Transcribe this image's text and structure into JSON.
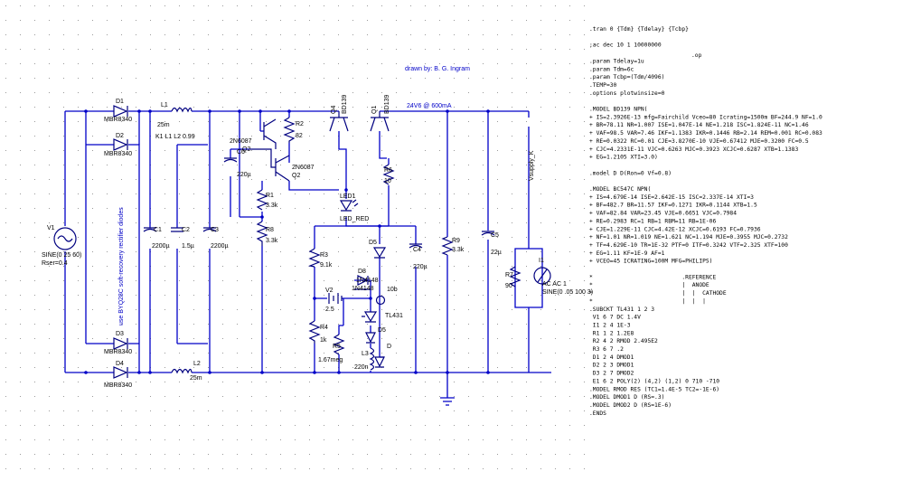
{
  "schematic": {
    "drawn_by": "drawn by:  B. G. Ingram",
    "note_vertical": "use  BYQ28C soft-recovery  rectifier diodes",
    "supply_label": "24V6 @ 600mA",
    "vsupply_label": "Vsupply_K",
    "source": {
      "ref": "V1",
      "value": "SINE(0 25 60)",
      "rser": "Rser=0.4"
    },
    "diodes": [
      {
        "ref": "D1",
        "part": "MBR8340"
      },
      {
        "ref": "D2",
        "part": "MBR8340"
      },
      {
        "ref": "D3",
        "part": "MBR8340"
      },
      {
        "ref": "D4",
        "part": "MBR8340"
      }
    ],
    "inductors": {
      "l1": "L1",
      "l1_value": "25m",
      "coupling": "K1 L1 L2 0.99",
      "l2": "L2",
      "l2_value": "25m"
    },
    "caps": [
      {
        "ref": "C1",
        "value": "2200µ"
      },
      {
        "ref": "C2",
        "value": "1.5µ"
      },
      {
        "ref": "C3",
        "value": "2200µ"
      }
    ],
    "r2": {
      "ref": "R2",
      "value": "82"
    },
    "q2": {
      "ref": "Q2",
      "part": "2N6087"
    },
    "q2b": {
      "ref": "Q2",
      "part": "2N6087"
    },
    "c6": {
      "ref": "C6",
      "value": "220µ"
    },
    "q4": {
      "ref": "Q4",
      "part": "BD139"
    },
    "q1": {
      "ref": "Q1",
      "part": "BD139"
    },
    "r1": {
      "ref": "R1",
      "value": "3.3k"
    },
    "r8": {
      "ref": "R8",
      "value": "3.3k"
    },
    "led": {
      "ref": "LED1",
      "part": "LED_RED"
    },
    "r6": {
      "ref": "R6",
      "value": "10"
    },
    "d5": {
      "ref": "D5"
    },
    "c4": {
      "ref": "C4",
      "value": "220µ"
    },
    "r3": {
      "ref": "R3",
      "value": "9.1k"
    },
    "v2": {
      "ref": "V2",
      "value": "2.5"
    },
    "d8": {
      "ref": "D8",
      "part": "1N4148"
    },
    "d7": {
      "ref": "D7",
      "part": "1N4148"
    },
    "u1": {
      "value": "10b",
      "part": "TL431"
    },
    "r4": {
      "ref": "R4",
      "value": "1k"
    },
    "r5": {
      "ref": "R5",
      "value": "1.67meg"
    },
    "l3": {
      "ref": "L3",
      "value": "220n"
    },
    "d": {
      "ref": "D"
    },
    "r9": {
      "ref": "R9",
      "value": "3.3k"
    },
    "c5": {
      "ref": "C5",
      "value": "22µ"
    },
    "r7": {
      "ref": "R7",
      "value": "90"
    },
    "i1": {
      "ref": "I1",
      "value": "SINE(0 .05 100 3)",
      "ac": "AC AC 1"
    }
  },
  "spice_lines": [
    ".tran 0 {Tdm} {Tdelay} {Tcbp}",
    "",
    ";ac dec 10 1 10000000",
    "",
    ".param Tdelay=1u",
    ".param Tdm=6c",
    ".param Tcbp=(Tdm/4096)",
    ".TEMP=30",
    ".options plotwinsize=0",
    "",
    ".MODEL BD139 NPN(",
    "+ IS=2.3926E-13 mfg=Fairchild Vceo=80 Icrating=1500m BF=244.9 NF=1.0",
    "+ BR=78.11 NR=1.007 ISE=1.047E-14 NE=1.218 ISC=1.824E-11 NC=1.46",
    "+ VAF=98.5 VAR=7.46 IKF=1.1383 IKR=0.1446 RB=2.14 REM=0.001 RC=0.083",
    "+ RE=0.0322 RC=0.01 CJE=3.8270E-10 VJE=0.67412 MJE=0.3200 FC=0.5",
    "+ CJC=4.2331E-11 VJC=0.6263 MJC=0.3923 XCJC=0.6287 XTB=1.1383",
    "+ EG=1.2105 XTI=3.0)",
    "",
    ".model D D(Ron=0 Vf=0.8)",
    "",
    ".MODEL BC547C NPN(",
    "+ IS=4.679E-14 ISE=2.642E-15 ISC=2.337E-14 XTI=3",
    "+ BF=482.7 BR=11.57 IKF=0.1271 IKR=0.1144 XTB=1.5",
    "+ VAF=82.84 VAR=23.45 VJE=0.6651 VJC=0.7984",
    "+ RE=0.2983 RC=1 RB=1 RBM=11 RB=1E-06",
    "+ CJE=1.229E-11 CJC=4.42E-12 XCJC=0.6193 FC=0.7936",
    "+ NF=1.01 NR=1.019 NE=1.621 NC=1.194 MJE=0.3955 MJC=0.2732",
    "+ TF=4.629E-10 TR=1E-32 PTF=0 ITF=0.3242 VTF=2.325 XTF=100",
    "+ EG=1.11 KF=1E-9 AF=1",
    "+ VCEO=45 ICRATING=100M MFG=PHILIPS)",
    "",
    "*                          .REFERENCE",
    "*                          |  ANODE",
    "*                          |  |  CATHODE",
    "*                          |  |  |",
    ".SUBCKT TL431 1 2 3",
    " V1 6 7 DC 1.4V",
    " I1 2 4 1E-3",
    " R1 1 2 1.2E8",
    " R2 4 2 RMOD 2.495E2",
    " R3 6 7 .2",
    " D1 2 4 DMOD1",
    " D2 2 3 DMOD1",
    " D3 2 7 DMOD2",
    " E1 6 2 POLY(2) (4,2) (1,2) 0 710 -710",
    ".MODEL RMOD RES (TC1=1.4E-5 TC2=-1E-6)",
    ".MODEL DMOD1 D (RS=.3)",
    ".MODEL DMOD2 D (RS=1E-6)",
    ".ENDS"
  ],
  "op_label": ".op"
}
